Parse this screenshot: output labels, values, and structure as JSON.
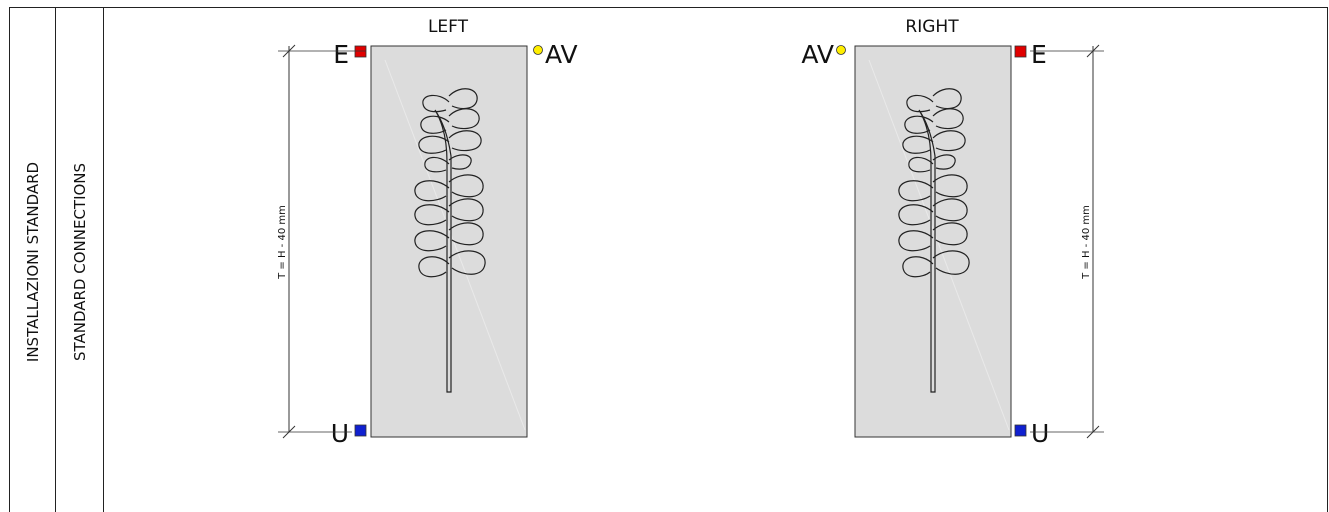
{
  "sidebar": {
    "column1_label": "INSTALLAZIONI STANDARD",
    "column2_label": "STANDARD CONNECTIONS"
  },
  "panels": [
    {
      "title": "LEFT",
      "top_left_label": "E",
      "top_right_label": "AV",
      "bottom_left_label": "U",
      "dimension_label": "T = H - 40 mm"
    },
    {
      "title": "RIGHT",
      "top_left_label": "AV",
      "top_right_label": "E",
      "bottom_right_label": "U",
      "dimension_label": "T = H - 40 mm"
    }
  ],
  "colors": {
    "inlet_E": "#e00000",
    "outlet_U": "#1020d0",
    "air_vent_AV": "#ffee00",
    "panel_fill": "#dcdcdc"
  }
}
